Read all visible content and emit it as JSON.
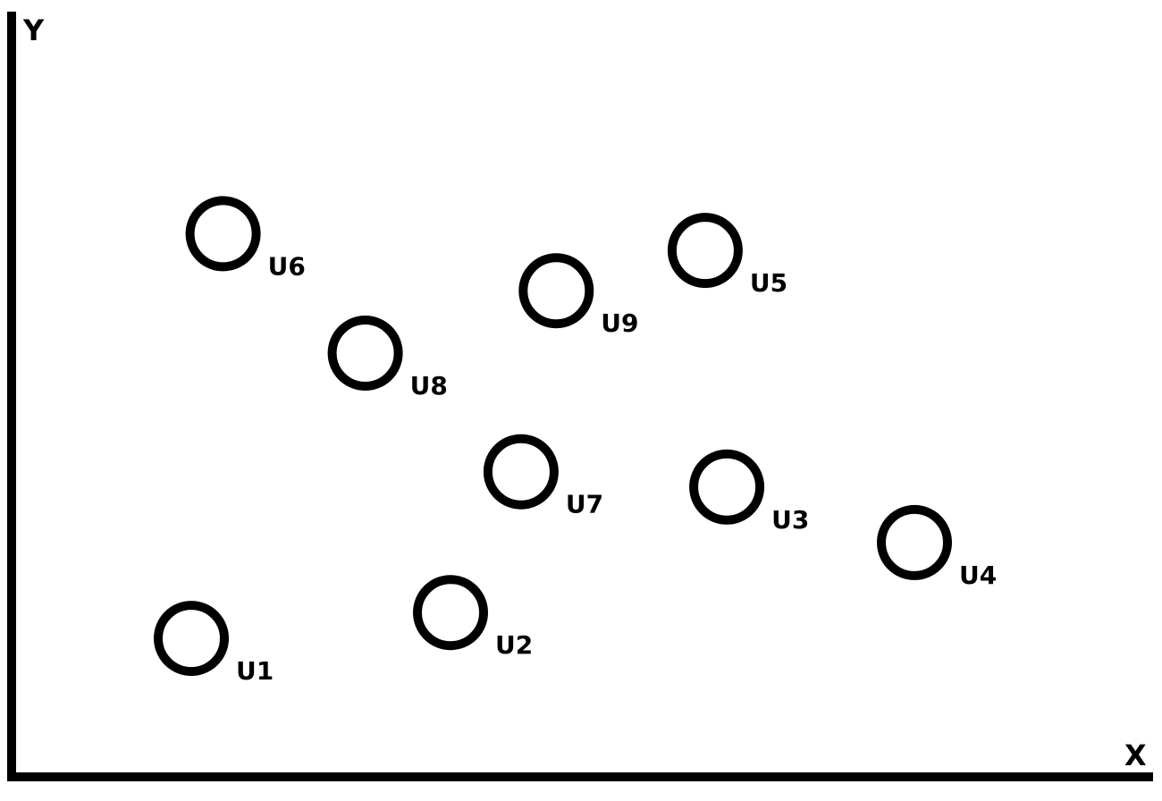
{
  "chart_data": {
    "type": "scatter",
    "title": "",
    "xlabel": "X",
    "ylabel": "Y",
    "xlim": [
      0,
      100
    ],
    "ylim": [
      0,
      100
    ],
    "grid": false,
    "colors": {
      "stroke": "#000000",
      "fill": "#ffffff",
      "background": "#ffffff"
    },
    "points": [
      {
        "label": "U1",
        "x": 15.8,
        "y": 18.2
      },
      {
        "label": "U2",
        "x": 38.6,
        "y": 21.6
      },
      {
        "label": "U3",
        "x": 62.9,
        "y": 38.1
      },
      {
        "label": "U4",
        "x": 79.4,
        "y": 30.8
      },
      {
        "label": "U5",
        "x": 61.0,
        "y": 69.2
      },
      {
        "label": "U6",
        "x": 18.6,
        "y": 71.4
      },
      {
        "label": "U7",
        "x": 44.8,
        "y": 40.1
      },
      {
        "label": "U8",
        "x": 31.1,
        "y": 55.7
      },
      {
        "label": "U9",
        "x": 47.9,
        "y": 63.9
      }
    ]
  }
}
